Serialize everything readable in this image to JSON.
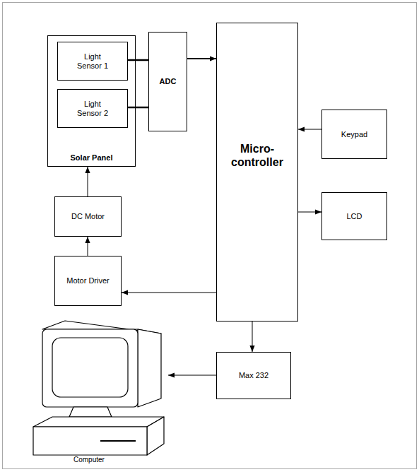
{
  "diagram": {
    "nodes": [
      {
        "text": [
          "Solar Panel"
        ]
      },
      {
        "text": [
          "Light Sensor 1"
        ],
        "in": 0
      },
      {
        "text": [
          "Light Sensor 2"
        ],
        "in": 0
      },
      {
        "text": [
          "ADC"
        ]
      },
      {
        "text": [
          "Micro-controller"
        ]
      },
      {
        "text": [
          "Keypad"
        ]
      },
      {
        "text": [
          "LCD"
        ]
      },
      {
        "text": [
          "DC Motor"
        ]
      },
      {
        "text": [
          "Motor Driver"
        ]
      },
      {
        "text": [
          "Max 232"
        ]
      },
      {
        "text": [
          "Computer"
        ]
      }
    ],
    "edges": [
      {
        "from": 1,
        "to": 3,
        "arrow": "none"
      },
      {
        "from": 2,
        "to": 3,
        "arrow": "none"
      },
      {
        "from": 3,
        "to": 4,
        "arrow": "to"
      },
      {
        "from": 5,
        "to": 4,
        "arrow": "to"
      },
      {
        "from": 4,
        "to": 6,
        "arrow": "to"
      },
      {
        "from": 4,
        "to": 8,
        "arrow": "to"
      },
      {
        "from": 8,
        "to": 7,
        "arrow": "to"
      },
      {
        "from": 7,
        "to": 0,
        "arrow": "to"
      },
      {
        "from": 4,
        "to": 9,
        "arrow": "to"
      },
      {
        "from": 9,
        "to": 10,
        "arrow": "to"
      }
    ]
  }
}
